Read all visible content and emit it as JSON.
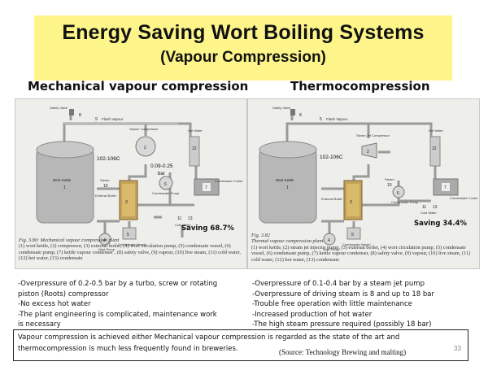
{
  "title": {
    "main": "Energy Saving Wort Boiling Systems",
    "sub": "(Vapour Compression)"
  },
  "left": {
    "heading": "Mechanical vapour compression",
    "temp_label": "102-106C",
    "pressure_label": "0.09-0.25",
    "pressure_unit": "bar",
    "saving": "Saving  68.7%",
    "caption_title": "Fig. 3.80: Mechanical vapour compression plant",
    "caption_body": "(1) wort kettle, (2) compressor, (3) external boiler, (4) wort circulation pump, (5) condensate vessel, (6) condensate pump, (7) kettle vapour condenser , (8) safety valve, (9) vapour, (10) live steam, (11) cold water, (12) hot water, (13) condensate",
    "labels": {
      "safety_valve": "Safety Valve",
      "flash_vapour": "Flash Vapour",
      "vapour_compressor": "Vapour Compressor",
      "hot_water": "Hot Water",
      "wort_kettle": "Wort Kettle",
      "steam": "Steam",
      "external_boiler": "External Boiler",
      "condensate_pump": "Condensate Pump",
      "condensate_cooler": "Condensate Cooler",
      "cold_water": "Cold Water",
      "water": "Water",
      "wort_pump": "Wort Pump",
      "condensate_vessel": "Condensate Vessel"
    },
    "bullets": [
      "-Overpressure of 0.2-0.5 bar by a turbo, screw or rotating",
      "piston (Roots) compressor",
      "-No excess hot water",
      "-The plant engineering is complicated, maintenance work",
      "is necessary"
    ]
  },
  "right": {
    "heading": "Thermocompression",
    "temp_label": "102-106C",
    "saving": "Saving  34.4%",
    "caption_title": "Fig. 3.82",
    "caption_subtitle": "Thermal vapour compression plant",
    "caption_body": "(1) wort kettle, (2) steam jet injector pump, (3) external boiler, (4) wort circulation pump, (5) condensate vessel, (6) condensate pump, (7) kettle vapour condenser, (8) safety valve, (9) vapour, (10) live steam, (11) cold water, (12) hot water, (13) condensate",
    "labels": {
      "safety_valve": "Safety Valve",
      "flash_vapour": "Flash Vapour",
      "steam_jet": "Steam Jet Compressor",
      "hot_water": "Hot Water",
      "wort_kettle": "Wort Kettle",
      "steam": "Steam",
      "external_boiler": "External Boiler",
      "condensate_pump": "Condensate Pump",
      "condensate_cooler": "Condensate Cooler",
      "cold_water": "Cold Water",
      "wort_pump": "Wort Pump",
      "condensate_vessel": "Condensate Vessel"
    },
    "bullets": [
      "-Overpressure of 0.1-0.4 bar by a steam jet pump",
      "-Overpressure of driving steam is 8 and up to 18 bar",
      "-Trouble free operation with little maintenance",
      "-Increased production of hot water",
      "-The high steam pressure required (possibly 18 bar)"
    ]
  },
  "note": {
    "line1": "Vapour compression is achieved either Mechanical vapour compression is regarded as the state of the art and",
    "line2": "thermocompression is much less frequently found in breweries."
  },
  "source": "(Source: Technology Brewing and malting)",
  "slide_number": "33",
  "numbers": {
    "n1": "1",
    "n2": "2",
    "n3": "3",
    "n4": "4",
    "n5": "5",
    "n6": "6",
    "n7": "7",
    "n8": "8",
    "n9": "9",
    "n10": "10",
    "n11": "11",
    "n12": "12",
    "n13": "13"
  }
}
